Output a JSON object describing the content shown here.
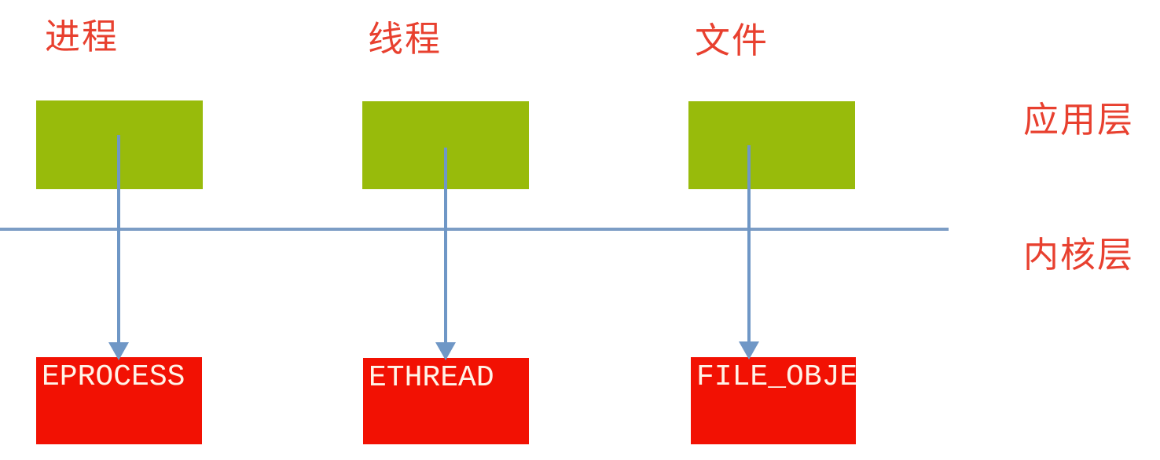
{
  "diagram": {
    "title_semantic": "user objects to kernel objects mapping",
    "layers": {
      "application_label": "应用层",
      "kernel_label": "内核层"
    },
    "columns": [
      {
        "user_label": "进程",
        "kernel_object": "EPROCESS"
      },
      {
        "user_label": "线程",
        "kernel_object": "ETHREAD"
      },
      {
        "user_label": "文件",
        "kernel_object": "FILE_OBJE"
      }
    ],
    "colors": {
      "label_red": "#e8402f",
      "box_green": "#98bb0b",
      "box_red": "#f21103",
      "box_text": "#fff3e8",
      "line_blue": "#7c9dc5",
      "arrow_blue": "#6f97c6"
    }
  }
}
